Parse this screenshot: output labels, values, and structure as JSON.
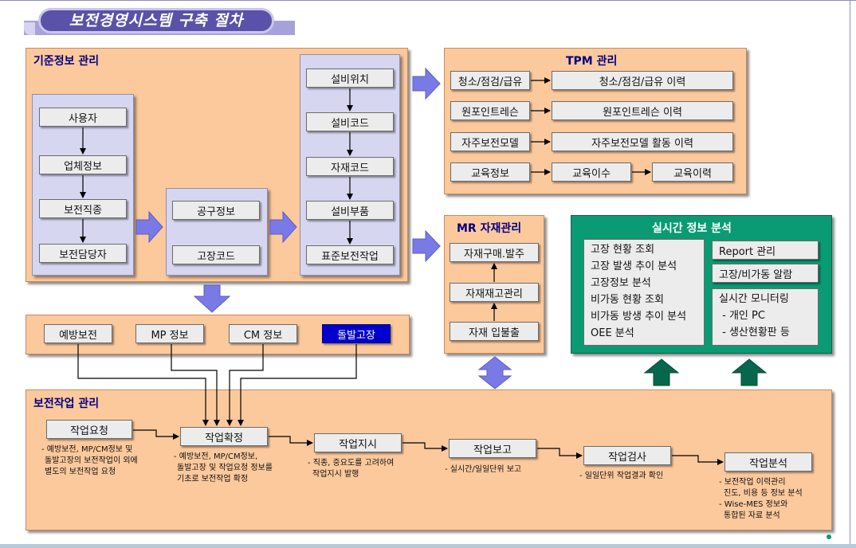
{
  "title": "보전경영시스템 구축 절차",
  "base_info": {
    "title": "기준정보 관리",
    "col1": [
      "사용자",
      "업체정보",
      "보전직종",
      "보전담당자"
    ],
    "col2": [
      "공구정보",
      "고장코드"
    ],
    "col3": [
      "설비위치",
      "설비코드",
      "자재코드",
      "설비부품",
      "표준보전작업"
    ]
  },
  "tpm": {
    "title": "TPM 관리",
    "rows": [
      {
        "from": "청소/점검/급유",
        "to": "청소/점검/급유 이력"
      },
      {
        "from": "원포인트레슨",
        "to": "원포인트레슨 이력"
      },
      {
        "from": "자주보전모델",
        "to": "자주보전모델 활동 이력"
      }
    ],
    "edu": [
      "교육정보",
      "교육이수",
      "교육이력"
    ]
  },
  "mr": {
    "title": "MR 자재관리",
    "items": [
      "자재구매.발주",
      "자재재고관리",
      "자재 입불출"
    ]
  },
  "realtime": {
    "title": "실시간 정보 분석",
    "left_items": [
      "고장 현황 조회",
      "고장 발생 추이 분석",
      "고장정보 분석",
      "비가동 현황 조회",
      "비가동 방생 추이 분석",
      "OEE 분석"
    ],
    "report": "Report 관리",
    "alarm": "고장/비가동 알람",
    "monitor": [
      "실시간 모니터링",
      " - 개인 PC",
      " - 생산현황판 등"
    ]
  },
  "types": [
    "예방보전",
    "MP 정보",
    "CM 정보",
    "돌발고장"
  ],
  "work": {
    "title": "보전작업 관리",
    "steps": [
      "작업요청",
      "작업확정",
      "작업지시",
      "작업보고",
      "작업검사",
      "작업분석"
    ],
    "notes": [
      [
        "- 예방보전, MP/CM정보 및",
        "돌발고장의 보전작업이 외에",
        "별도의 보전작업 요청"
      ],
      [
        "- 예방보전, MP/CM정보,",
        "돌발고장 및 작업요청 정보를",
        "기초로 보전작업 확정"
      ],
      [
        "- 직종, 중요도를 고려하여",
        "작업지시 발행"
      ],
      [
        "- 실시간/일일단위 보고"
      ],
      [
        "- 일일단위 작업결과 확인"
      ],
      [
        "- 보전작업 이력관리",
        "진도, 비용 등 정보 분석",
        "- Wise-MES 정보와",
        "통합된 자료 분석"
      ]
    ]
  },
  "colors": {
    "panel": "#fcc99d",
    "sub_panel": "#d6d6f0",
    "green_panel": "#0a9b74",
    "arrow_purple": "#7a7ae6",
    "arrow_green": "#06674c",
    "title_pill": "#5a52a8",
    "highlight_box": "#0000cc"
  }
}
